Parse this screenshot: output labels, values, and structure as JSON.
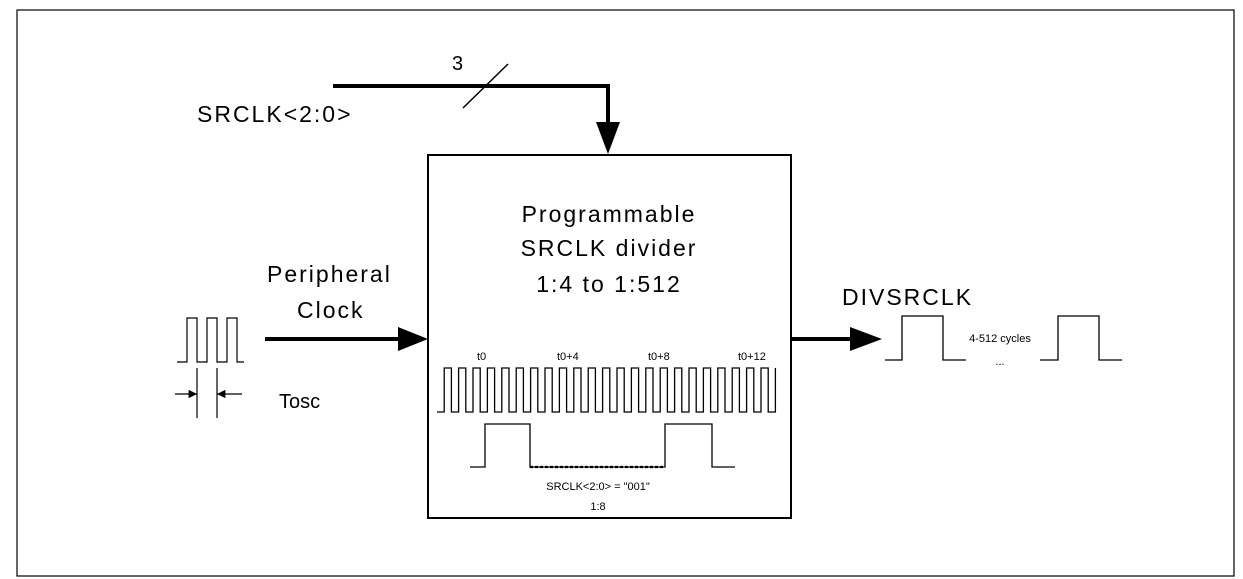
{
  "bus": {
    "width_label": "3",
    "signal_label": "SRCLK<2:0>"
  },
  "divider_block": {
    "title_line1": "Programmable",
    "title_line2": "SRCLK divider",
    "title_line3": "1:4 to 1:512",
    "timing_labels": [
      "t0",
      "t0+4",
      "t0+8",
      "t0+12"
    ],
    "setting_line1": "SRCLK<2:0> = \"001\"",
    "setting_line2": "1:8"
  },
  "input": {
    "label_line1": "Peripheral",
    "label_line2": "Clock",
    "period_label": "Tosc"
  },
  "output": {
    "label": "DIVSRCLK",
    "cycles_label": "4-512 cycles",
    "ellipsis": "..."
  }
}
